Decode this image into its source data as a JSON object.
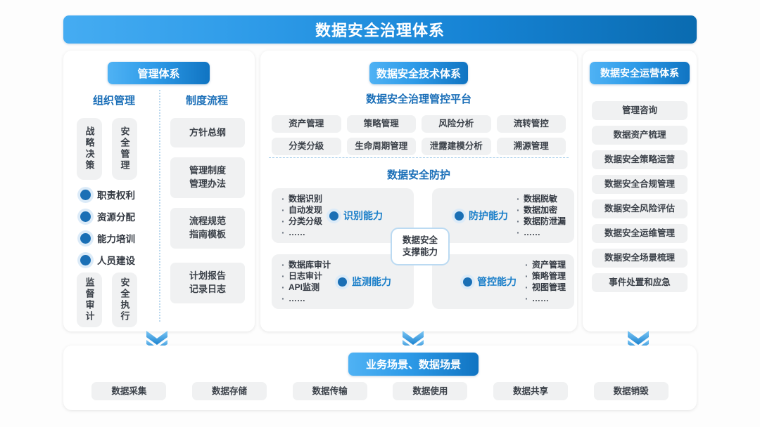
{
  "title": "数据安全治理体系",
  "left_panel": {
    "badge": "管理体系",
    "columns": [
      {
        "heading": "组织管理"
      },
      {
        "heading": "制度流程"
      }
    ],
    "org_top_boxes": [
      "战略决策",
      "安全管理"
    ],
    "org_bullets": [
      "职责权利",
      "资源分配",
      "能力培训",
      "人员建设"
    ],
    "org_bottom_boxes": [
      "监督审计",
      "安全执行"
    ],
    "process_boxes": [
      "方针总纲",
      "管理制度\n管理办法",
      "流程规范\n指南模板",
      "计划报告\n记录日志"
    ]
  },
  "center_panel": {
    "badge": "数据安全技术体系",
    "platform_heading": "数据安全治理管控平台",
    "platform_items": [
      "资产管理",
      "策略管理",
      "风险分析",
      "流转管控",
      "分类分级",
      "生命周期管理",
      "泄露建模分析",
      "溯源管理"
    ],
    "defense_heading": "数据安全防护",
    "center_box": "数据安全\n支撑能力",
    "quadrants": [
      {
        "id": "identify",
        "capability": "识别能力",
        "align": "left",
        "items": [
          "数据识别",
          "自动发现",
          "分类分级",
          "……"
        ]
      },
      {
        "id": "protect",
        "capability": "防护能力",
        "align": "right",
        "items": [
          "数据脱敏",
          "数据加密",
          "数据防泄漏",
          "……"
        ]
      },
      {
        "id": "monitor",
        "capability": "监测能力",
        "align": "left",
        "items": [
          "数据库审计",
          "日志审计",
          "API监测",
          "……"
        ]
      },
      {
        "id": "control",
        "capability": "管控能力",
        "align": "right",
        "items": [
          "资产管理",
          "策略管理",
          "视图管理",
          "……"
        ]
      }
    ]
  },
  "right_panel": {
    "badge": "数据安全运营体系",
    "items": [
      "管理咨询",
      "数据资产梳理",
      "数据安全策略运营",
      "数据安全合规管理",
      "数据安全风险评估",
      "数据安全运维管理",
      "数据安全场景梳理",
      "事件处置和应急"
    ]
  },
  "bottom_panel": {
    "badge": "业务场景、数据场景",
    "items": [
      "数据采集",
      "数据存储",
      "数据传输",
      "数据使用",
      "数据共享",
      "数据销毁"
    ]
  },
  "colors": {
    "brand_light": "#45ACF2",
    "brand_dark": "#0A6BB0",
    "heading_blue": "#1B6FB8",
    "capability_blue": "#1B7FC9",
    "chip_bg": "#F0F1F2",
    "text": "#333942"
  }
}
